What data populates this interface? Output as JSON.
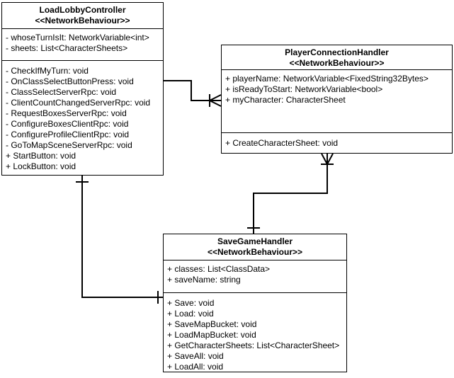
{
  "diagram": {
    "type": "uml-class-diagram",
    "colors": {
      "background": "#ffffff",
      "box_fill": "#ffffff",
      "line": "#000000",
      "text": "#000000"
    },
    "classes": [
      {
        "name": "LoadLobbyController",
        "stereotype": "<<NetworkBehaviour>>",
        "attributes": [
          "- whoseTurnIsIt: NetworkVariable<int>",
          "- sheets: List<CharacterSheets>"
        ],
        "methods": [
          "- CheckIfMyTurn: void",
          "- OnClassSelectButtonPress: void",
          "- ClassSelectServerRpc: void",
          "- ClientCountChangedServerRpc: void",
          "- RequestBoxesServerRpc: void",
          "- ConfigureBoxesClientRpc: void",
          "- ConfigureProfileClientRpc: void",
          "- GoToMapSceneServerRpc: void",
          "+ StartButton: void",
          "+ LockButton: void"
        ]
      },
      {
        "name": "PlayerConnectionHandler",
        "stereotype": "<<NetworkBehaviour>>",
        "attributes": [
          "+ playerName: NetworkVariable<FixedString32Bytes>",
          "+ isReadyToStart: NetworkVariable<bool>",
          "+ myCharacter: CharacterSheet"
        ],
        "methods": [
          "+ CreateCharacterSheet: void"
        ]
      },
      {
        "name": "SaveGameHandler",
        "stereotype": "<<NetworkBehaviour>>",
        "attributes": [
          "+ classes: List<ClassData>",
          "+ saveName: string"
        ],
        "methods": [
          "+ Save: void",
          "+ Load: void",
          "+ SaveMapBucket: void",
          "+ LoadMapBucket: void",
          "+ GetCharacterSheets: List<CharacterSheet>",
          "+ SaveAll: void",
          "+ LoadAll: void"
        ]
      }
    ],
    "relations": [
      {
        "from": "LoadLobbyController",
        "to": "PlayerConnectionHandler",
        "from_end": "plain",
        "to_end": "crow-foot-with-tick (one-to-many)"
      },
      {
        "from": "SaveGameHandler",
        "to": "PlayerConnectionHandler",
        "from_end": "tick (one)",
        "to_end": "crow-foot-with-tick (one-to-many)"
      },
      {
        "from": "LoadLobbyController",
        "to": "SaveGameHandler",
        "from_end": "tick (one)",
        "to_end": "tick (one)"
      }
    ]
  }
}
